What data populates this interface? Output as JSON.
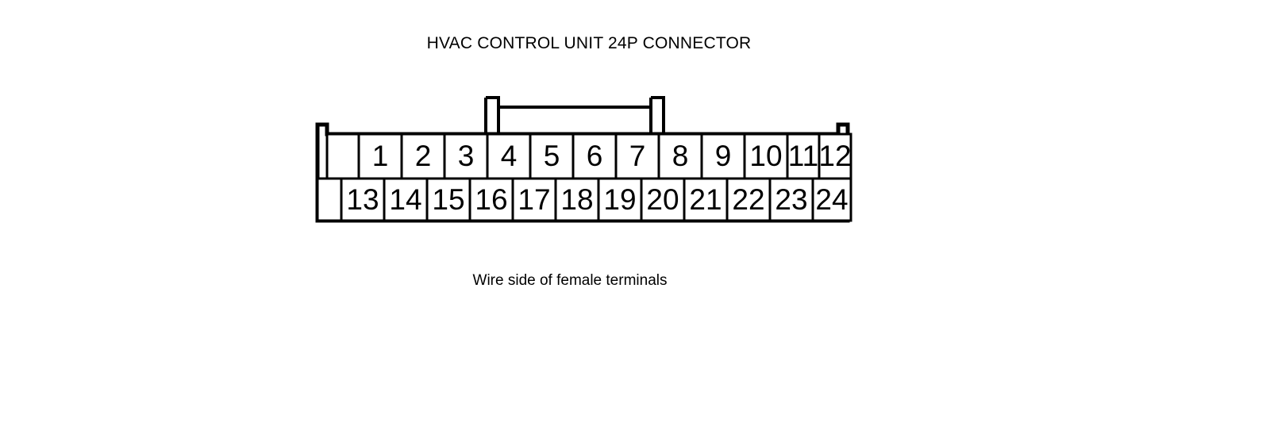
{
  "title": "HVAC CONTROL UNIT 24P CONNECTOR",
  "caption": "Wire side of female terminals",
  "colors": {
    "background": "#ffffff",
    "outline": "#000000",
    "cell_fill": "#ffffff",
    "text": "#000000"
  },
  "connector": {
    "name": "HVAC CONTROL UNIT 24P CONNECTOR",
    "pin_count": 24,
    "view": "Wire side of female terminals",
    "top_row": {
      "pins": [
        "1",
        "2",
        "3",
        "4",
        "5",
        "6",
        "7",
        "8",
        "9",
        "10",
        "11",
        "12"
      ]
    },
    "bottom_row": {
      "pins": [
        "13",
        "14",
        "15",
        "16",
        "17",
        "18",
        "19",
        "20",
        "21",
        "22",
        "23",
        "24"
      ]
    }
  }
}
